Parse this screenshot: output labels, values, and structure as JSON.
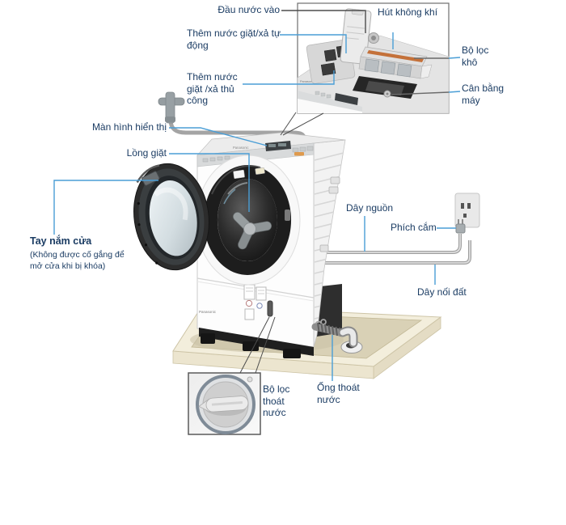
{
  "diagram": {
    "brand": "Panasonic",
    "labels": {
      "dau_nuoc_vao": "Đầu nước vào",
      "hut_khong_khi": "Hút không khí",
      "them_nuoc_tu_dong": "Thêm nước giặt/xả tự động",
      "them_nuoc_thu_cong": "Thêm nước giặt /xả thủ công",
      "bo_loc_kho": "Bộ lọc khô",
      "can_bang_may": "Cân bằng máy",
      "man_hinh_hien_thi": "Màn hình hiển thị",
      "long_giat": "Lồng giặt",
      "tay_nam_cua": "Tay nắm cửa",
      "tay_nam_cua_note": "(Không được cố gắng để mở cửa khi bị khóa)",
      "day_nguon": "Dây nguồn",
      "phich_cam": "Phích cắm",
      "day_noi_dat": "Dây nối đất",
      "bo_loc_thoat_nuoc": "Bộ lọc thoát nước",
      "ong_thoat_nuoc": "Ống thoát nước"
    },
    "colors": {
      "label_text": "#1b3c63",
      "leader_blue": "#4a9ed6",
      "leader_dark": "#4d4d4d",
      "filter_stripe_orange": "#c4713a",
      "pan_beige": "#d9d1b6"
    }
  }
}
